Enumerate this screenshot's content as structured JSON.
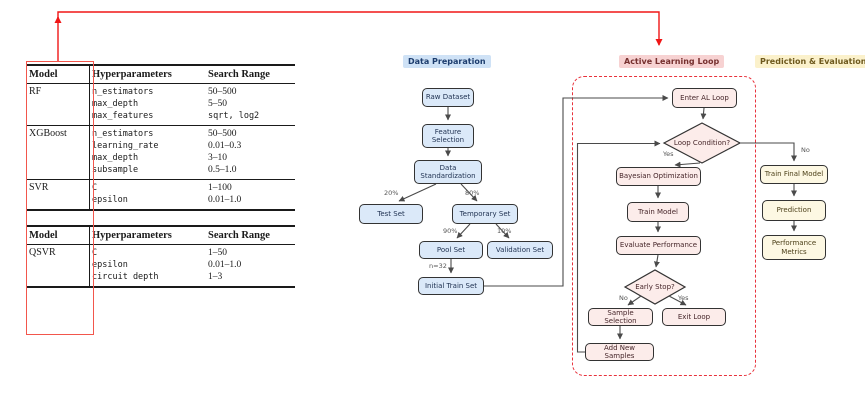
{
  "tables": {
    "t1": {
      "headers": [
        "Model",
        "Hyperparameters",
        "Search Range"
      ],
      "groups": [
        {
          "model": "RF",
          "params": [
            "n_estimators",
            "max_depth",
            "max_features"
          ],
          "ranges": [
            "50–500",
            "5–50",
            "sqrt, log2"
          ]
        },
        {
          "model": "XGBoost",
          "params": [
            "n_estimators",
            "learning_rate",
            "max_depth",
            "subsample"
          ],
          "ranges": [
            "50–500",
            "0.01–0.3",
            "3–10",
            "0.5–1.0"
          ]
        },
        {
          "model": "SVR",
          "params": [
            "C",
            "epsilon"
          ],
          "ranges": [
            "1–100",
            "0.01–1.0"
          ]
        }
      ]
    },
    "t2": {
      "headers": [
        "Model",
        "Hyperparameters",
        "Search Range"
      ],
      "groups": [
        {
          "model": "QSVR",
          "params": [
            "C",
            "epsilon",
            "circuit depth"
          ],
          "ranges": [
            "1–50",
            "0.01–1.0",
            "1–3"
          ]
        }
      ]
    }
  },
  "flowchart": {
    "section_labels": {
      "data_prep": "Data Preparation",
      "al_loop": "Active Learning Loop",
      "pred_eval": "Prediction & Evaluation"
    },
    "nodes": {
      "raw_dataset": "Raw Dataset",
      "feature_selection": "Feature Selection",
      "data_standardization": "Data Standardization",
      "test_set": "Test Set",
      "temporary_set": "Temporary Set",
      "pool_set": "Pool Set",
      "validation_set": "Validation Set",
      "initial_train_set": "Initial Train Set",
      "enter_al_loop": "Enter AL Loop",
      "loop_condition": "Loop Condition?",
      "bayesian_optimization": "Bayesian Optimization",
      "train_model": "Train Model",
      "evaluate_performance": "Evaluate Performance",
      "early_stop": "Early Stop?",
      "sample_selection": "Sample Selection",
      "exit_loop": "Exit Loop",
      "add_new_samples": "Add New Samples",
      "train_final_model": "Train Final Model",
      "prediction": "Prediction",
      "performance_metrics": "Performance Metrics"
    },
    "edge_labels": {
      "split_test": "20%",
      "split_temp": "80%",
      "split_pool": "90%",
      "split_val": "10%",
      "initial_n": "n=32",
      "loop_yes": "Yes",
      "loop_no": "No",
      "stop_no": "No",
      "stop_yes": "Yes"
    }
  },
  "colors": {
    "data_prep_fill": "#dbe9f9",
    "al_loop_fill": "#fcecea",
    "pred_eval_fill": "#fdf8e3",
    "data_prep_badge": "#cfe2f6",
    "al_loop_badge": "#f7d2d2",
    "pred_eval_badge": "#fbf1cb",
    "red_accent": "#f01616",
    "dashed_border": "#e8323c",
    "edge_stroke": "#4a4a4a"
  }
}
